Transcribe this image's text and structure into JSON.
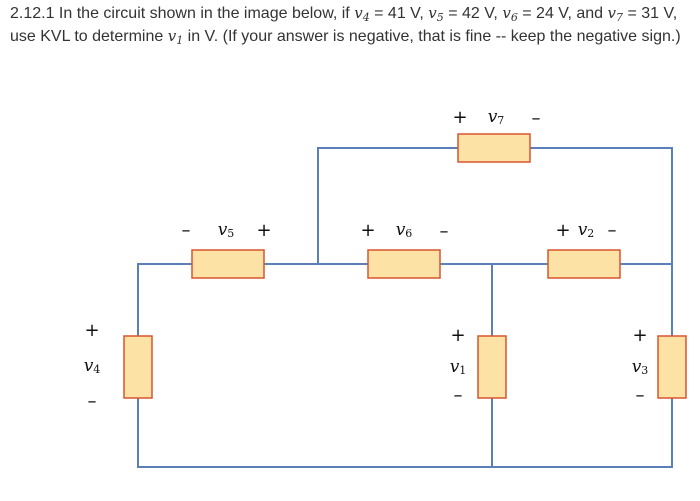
{
  "question": {
    "prefix": "2.12.1 In the circuit shown in the image below, if ",
    "values": [
      {
        "var": "v",
        "sub": "4",
        "val": " = 41 V, "
      },
      {
        "var": "v",
        "sub": "5",
        "val": " = 42 V, "
      },
      {
        "var": "v",
        "sub": "6",
        "val": " = 24 V, and "
      },
      {
        "var": "v",
        "sub": "7",
        "val": " = 31 V"
      }
    ],
    "mid": ", use KVL to determine ",
    "target": {
      "var": "v",
      "sub": "1"
    },
    "suffix": " in V. (If your answer is negative, that is fine -- keep the negative sign.)"
  },
  "circuit": {
    "colors": {
      "wire": "#5b7fb8",
      "resistor_fill": "#fde2a6",
      "resistor_stroke": "#d9552f"
    },
    "labels": {
      "v7": {
        "base": "v",
        "sub": "7",
        "plus": "+",
        "minus": "–"
      },
      "v5": {
        "base": "v",
        "sub": "5",
        "plus": "+",
        "minus": "–"
      },
      "v6": {
        "base": "v",
        "sub": "6",
        "plus": "+",
        "minus": "–"
      },
      "v2": {
        "base": "v",
        "sub": "2",
        "plus": "+",
        "minus": "–"
      },
      "v4": {
        "base": "v",
        "sub": "4",
        "plus": "+",
        "minus": "–"
      },
      "v1": {
        "base": "v",
        "sub": "1",
        "plus": "+",
        "minus": "–"
      },
      "v3": {
        "base": "v",
        "sub": "3",
        "plus": "+",
        "minus": "–"
      }
    }
  }
}
